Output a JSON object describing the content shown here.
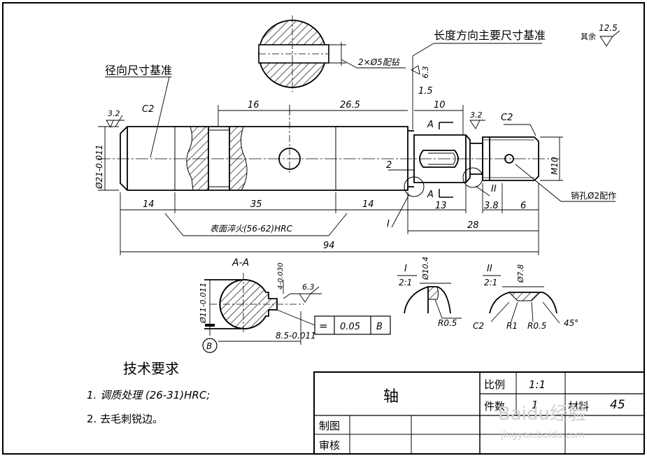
{
  "callouts": {
    "radial_datum": "径向尺寸基准",
    "length_datum": "长度方向主要尺寸基准",
    "pin_holes": "2×Ø5配钻",
    "pin_hole_small": "销孔Ø2配作",
    "hardening": "表面淬火(56-62)HRC",
    "remaining": "其余",
    "remaining_roughness": "12.5"
  },
  "dims": {
    "d16": "16",
    "d26_5": "26.5",
    "d10": "10",
    "d1_5": "1.5",
    "d14a": "14",
    "d35": "35",
    "d14b": "14",
    "d13": "13",
    "d3_8": "3.8",
    "d6": "6",
    "d28": "28",
    "d94": "94",
    "d2": "2",
    "dia_main": "Ø21-0.011",
    "m10": "M10",
    "c2_left": "C2",
    "c2_right": "C2",
    "ra_left": "3.2",
    "ra_right": "3.2",
    "ra_face": "6.3",
    "label_A_top": "A",
    "label_A_bottom": "A",
    "label_I": "I",
    "label_II": "II"
  },
  "section_aa": {
    "title": "A-A",
    "dia": "Ø11-0.011",
    "keyway_width": "4-0.030",
    "depth": "8.5-0.011",
    "roughness": "6.3",
    "tol_symbol": "=",
    "tol_value": "0.05",
    "tol_datum": "B",
    "datum_label": "B"
  },
  "detail_i": {
    "title": "I",
    "scale": "2:1",
    "dia": "Ø10.4",
    "radius": "R0.5"
  },
  "detail_ii": {
    "title": "II",
    "scale": "2:1",
    "dia": "Ø7.8",
    "c2": "C2",
    "r1": "R1",
    "r05": "R0.5",
    "angle": "45°"
  },
  "requirements": {
    "title": "技术要求",
    "item1": "1. 调质处理 (26-31)HRC;",
    "item2": "2. 去毛刺锐边。"
  },
  "title_block": {
    "part_name": "轴",
    "scale_label": "比例",
    "scale_value": "1:1",
    "qty_label": "件数",
    "qty_value": "1",
    "material_label": "材料",
    "material_value": "45",
    "drawn_label": "制图",
    "checked_label": "审核"
  },
  "watermark": {
    "brand": "Baidu经验",
    "url": "jingyan.baidu.com"
  }
}
